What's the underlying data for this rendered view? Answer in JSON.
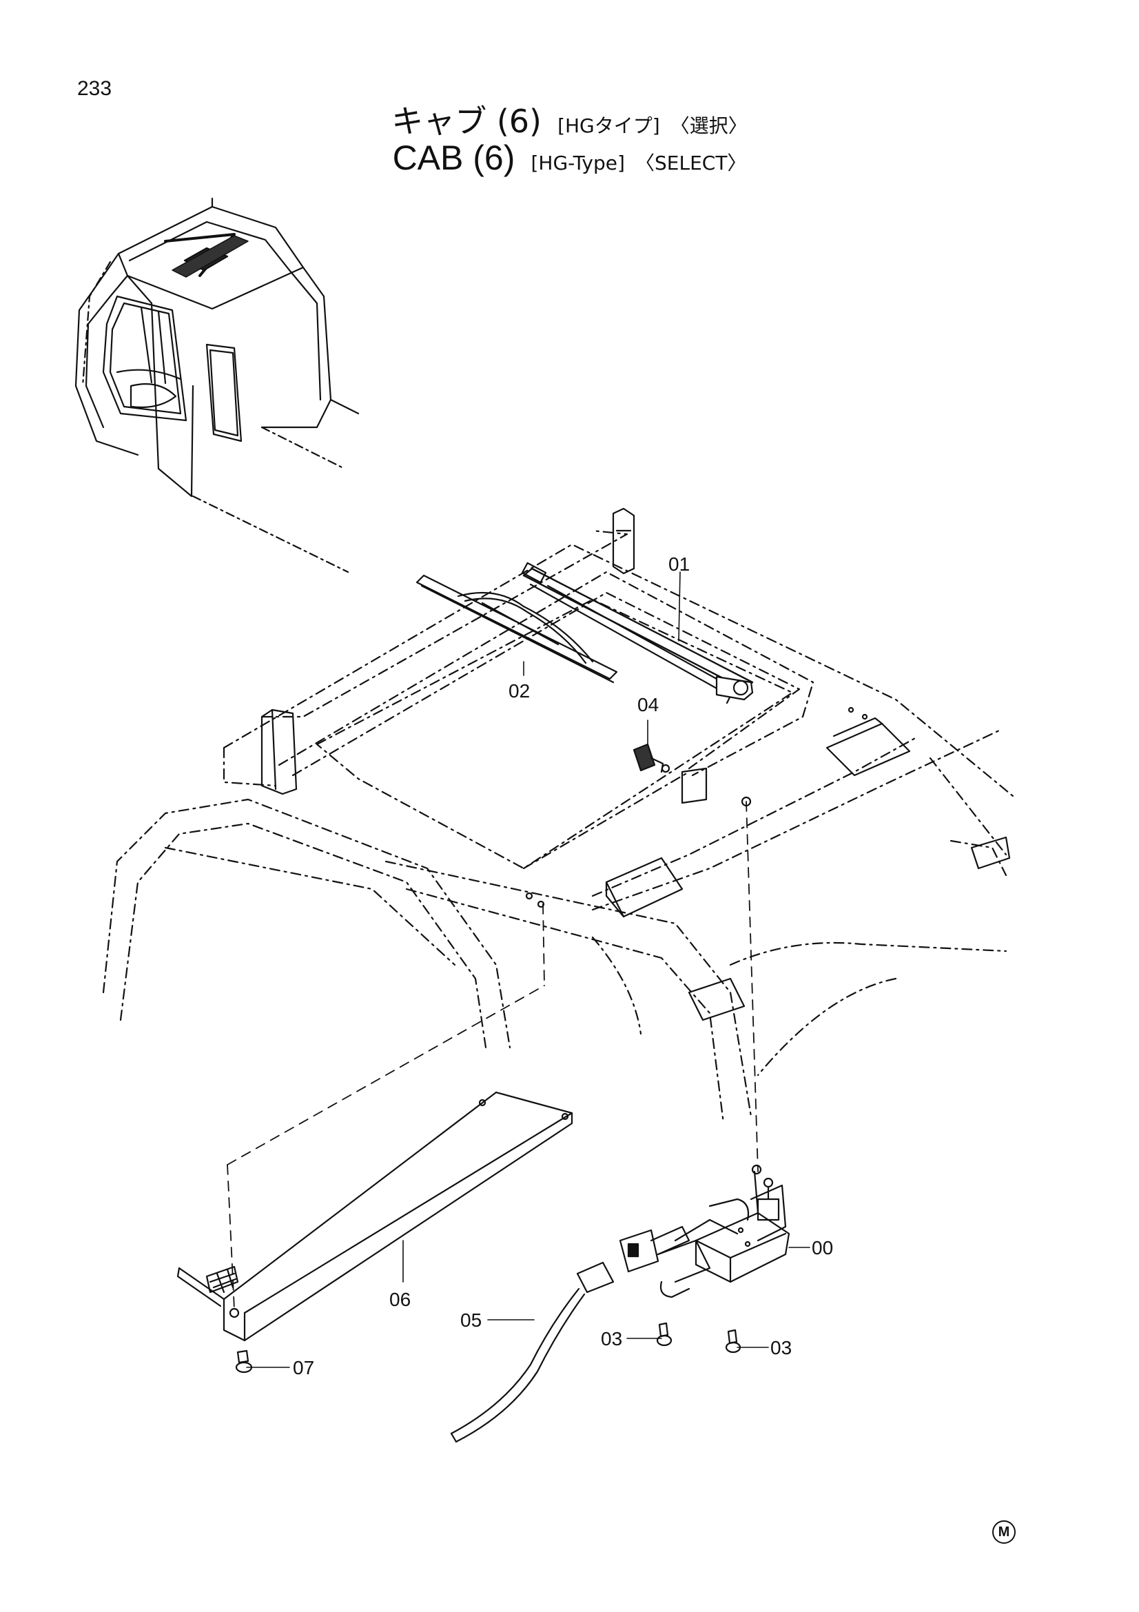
{
  "page_number": "233",
  "title_jp": {
    "main": "キャブ (6)",
    "type": "[HGタイプ]",
    "option": "〈選択〉"
  },
  "title_en": {
    "main": "CAB (6)",
    "type": "[HG-Type]",
    "option": "〈SELECT〉"
  },
  "parts": [
    {
      "id": "01"
    },
    {
      "id": "02"
    },
    {
      "id": "04"
    },
    {
      "id": "00"
    },
    {
      "id": "06"
    },
    {
      "id": "05"
    },
    {
      "id": "03"
    },
    {
      "id": "03"
    },
    {
      "id": "07"
    }
  ],
  "corner_mark": "M",
  "colors": {
    "ink": "#111111",
    "paper": "#ffffff"
  }
}
